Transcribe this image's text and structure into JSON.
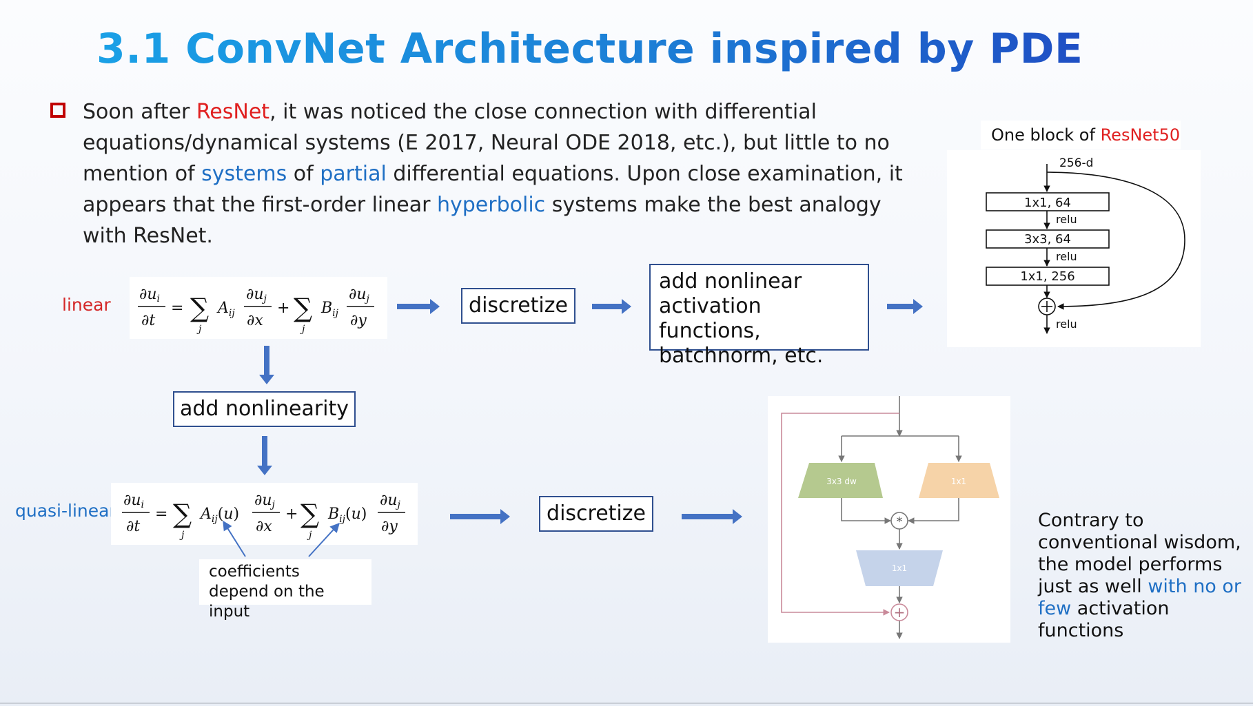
{
  "title": "3.1 ConvNet Architecture inspired by PDE",
  "paragraph": {
    "p1": "Soon after ",
    "resnet": "ResNet",
    "p2": ", it was noticed the close connection with differential equations/dynamical systems (E 2017, Neural ODE 2018, etc.), but little to no mention of ",
    "systems": "systems",
    "p3": " of ",
    "partial": "partial",
    "p4": " differential equations. Upon close examination, it appears that the first-order linear ",
    "hyperbolic": "hyperbolic",
    "p5": " systems make the best analogy with ResNet."
  },
  "labels": {
    "linear": "linear",
    "quasi_linear": "quasi-linear"
  },
  "flow": {
    "discretize_1": "discretize",
    "add_activation": "add nonlinear activation functions, batchnorm, etc.",
    "add_nonlinearity": "add nonlinearity",
    "discretize_2": "discretize",
    "coef_note": "coefficients depend on the input"
  },
  "equations": {
    "linear": "∂uᵢ/∂t = Σⱼ Aᵢⱼ ∂uⱼ/∂x + Σⱼ Bᵢⱼ ∂uⱼ/∂y",
    "quasi": "∂uᵢ/∂t = Σⱼ Aᵢⱼ(u) ∂uⱼ/∂x + Σⱼ Bᵢⱼ(u) ∂uⱼ/∂y"
  },
  "resnet_block": {
    "caption_prefix": "One block of ",
    "caption_model": "ResNet50",
    "input_dim": "256-d",
    "layers": [
      "1x1, 64",
      "3x3, 64",
      "1x1, 256"
    ],
    "activation": "relu"
  },
  "mobile_block": {
    "branch_left": "3x3 dw",
    "branch_right": "1x1",
    "bottom": "1x1",
    "mult_symbol": "*",
    "add_symbol": "+"
  },
  "contrary": {
    "t1": "Contrary to conventional wisdom, the model performs just as well ",
    "highlight": "with no or few",
    "t2": " activation functions"
  },
  "colors": {
    "arrow": "#4472c4",
    "title_start": "#1aa0e6",
    "title_end": "#1f4fc4",
    "red": "#e02020",
    "blue": "#1f6fc4",
    "green_block": "#b5c98f",
    "orange_block": "#f6d3a8",
    "blue_block": "#c5d3ea",
    "skip_line": "#c98a9a"
  }
}
